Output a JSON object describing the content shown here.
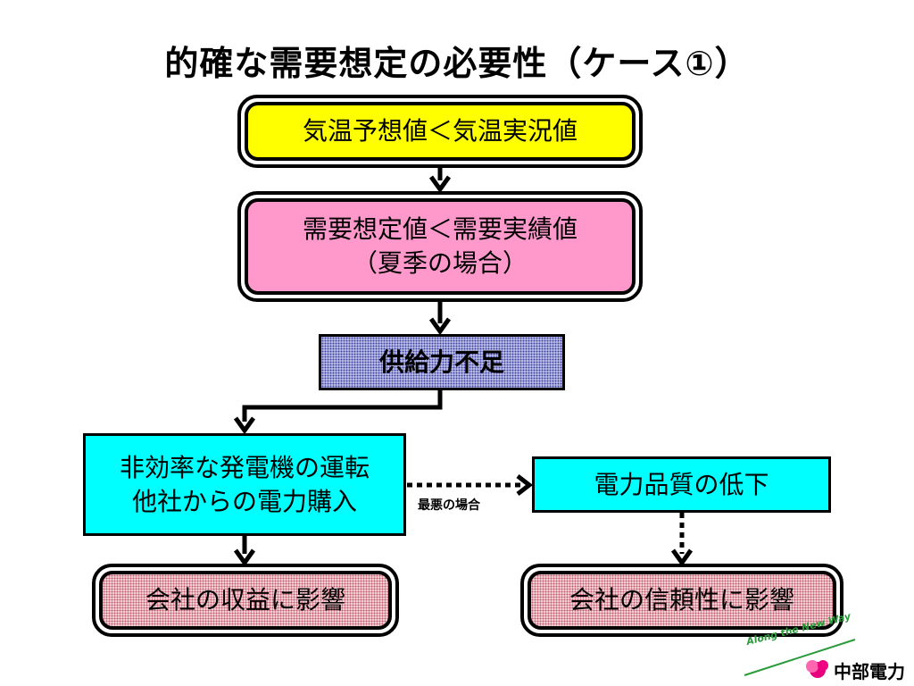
{
  "title": "的確な需要想定の必要性（ケース①）",
  "nodes": {
    "temp": {
      "line1": "気温予想値＜気温実況値"
    },
    "demand": {
      "line1": "需要想定値＜需要実績値",
      "line2": "（夏季の場合）"
    },
    "shortage": {
      "line1": "供給力不足"
    },
    "measures": {
      "line1": "非効率な発電機の運転",
      "line2": "他社からの電力購入"
    },
    "quality": {
      "line1": "電力品質の低下"
    },
    "profit": {
      "line1": "会社の収益に影響"
    },
    "trust": {
      "line1": "会社の信頼性に影響"
    }
  },
  "edge_label": "最悪の場合",
  "logo": {
    "slogan": "Along the New Way",
    "company": "中部電力"
  },
  "colors": {
    "temp_fill": "#ffff00",
    "demand_fill": "#ff99cc",
    "shortage_fill": "#ccd0f0",
    "measures_fill": "#00ffff",
    "impact_fill": "#f5d2d8",
    "logo_mark": "#e6007e"
  }
}
